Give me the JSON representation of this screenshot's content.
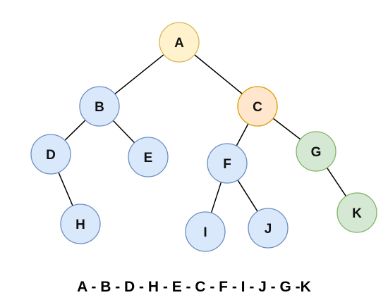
{
  "tree": {
    "nodes": [
      {
        "id": "A",
        "label": "A",
        "color": "yellow"
      },
      {
        "id": "B",
        "label": "B",
        "color": "blue"
      },
      {
        "id": "C",
        "label": "C",
        "color": "orange"
      },
      {
        "id": "D",
        "label": "D",
        "color": "blue"
      },
      {
        "id": "E",
        "label": "E",
        "color": "blue"
      },
      {
        "id": "F",
        "label": "F",
        "color": "blue"
      },
      {
        "id": "G",
        "label": "G",
        "color": "green"
      },
      {
        "id": "H",
        "label": "H",
        "color": "blue"
      },
      {
        "id": "I",
        "label": "I",
        "color": "blue"
      },
      {
        "id": "J",
        "label": "J",
        "color": "blue"
      },
      {
        "id": "K",
        "label": "K",
        "color": "green"
      }
    ],
    "edges": [
      [
        "A",
        "B"
      ],
      [
        "A",
        "C"
      ],
      [
        "B",
        "D"
      ],
      [
        "B",
        "E"
      ],
      [
        "D",
        "H"
      ],
      [
        "C",
        "F"
      ],
      [
        "C",
        "G"
      ],
      [
        "F",
        "I"
      ],
      [
        "F",
        "J"
      ],
      [
        "G",
        "K"
      ]
    ]
  },
  "colors": {
    "yellow": {
      "fill": "#fff2cc",
      "stroke": "#d6b656"
    },
    "blue": {
      "fill": "#dae8fc",
      "stroke": "#6c8ebf"
    },
    "orange": {
      "fill": "#ffe6cc",
      "stroke": "#d79b00"
    },
    "green": {
      "fill": "#d5e8d4",
      "stroke": "#82b366"
    }
  },
  "traversal": "A - B - D - H - E - C - F - I - J - G -K"
}
